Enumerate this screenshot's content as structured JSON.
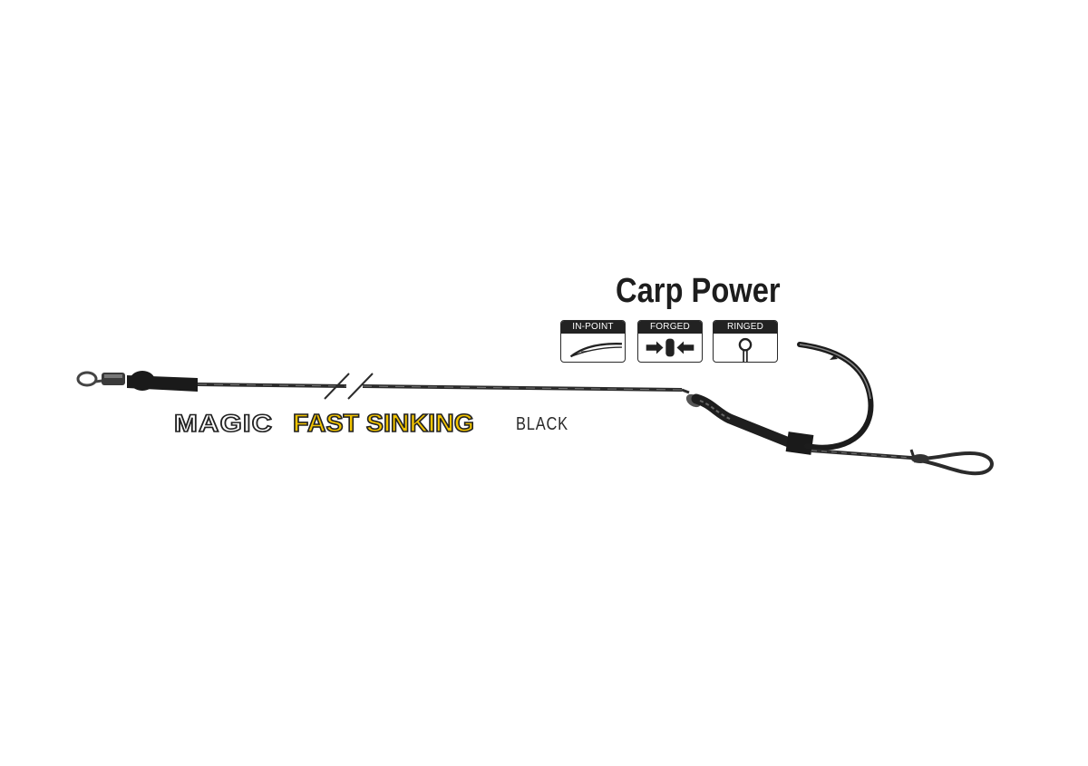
{
  "product": {
    "title": "Carp Power",
    "features": [
      {
        "label": "IN-POINT",
        "icon": "in-point-hook-icon"
      },
      {
        "label": "FORGED",
        "icon": "forged-arrows-icon"
      },
      {
        "label": "RINGED",
        "icon": "ringed-eye-icon"
      }
    ]
  },
  "line": {
    "brand": "MAGIC",
    "name": "FAST SINKING",
    "color_label": "BLACK"
  },
  "colors": {
    "background": "#ffffff",
    "accent_yellow": "#f2c400",
    "ink": "#222222"
  }
}
